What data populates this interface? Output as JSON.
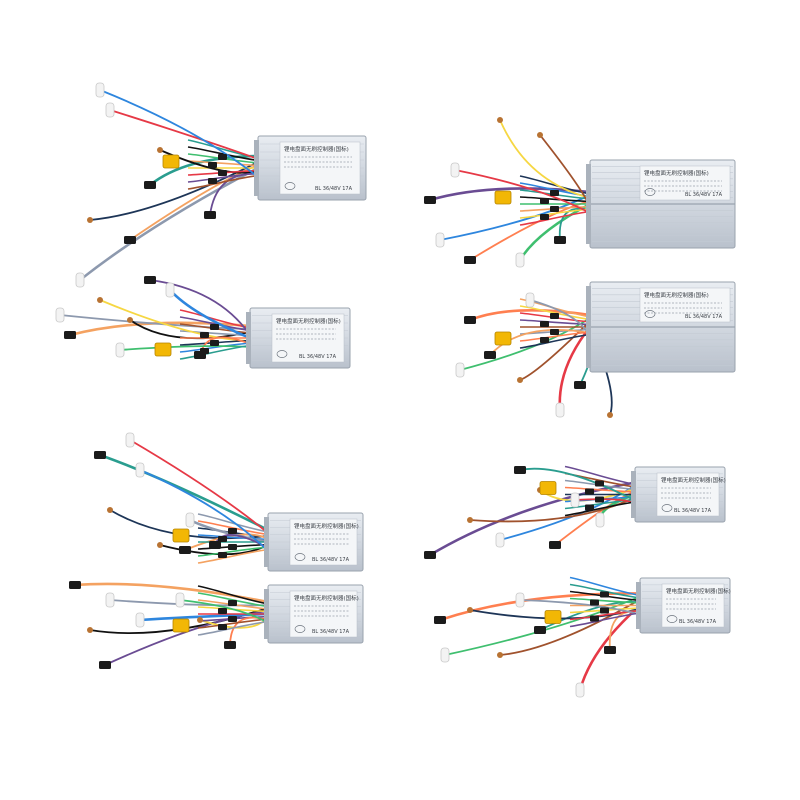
{
  "photo": {
    "background": "#ffffff",
    "controller_label": {
      "title": "锂电盘面无刷控制器(国标)",
      "spec": "BL 36/48V 17A"
    },
    "wire_colors": [
      "#2a9d8f",
      "#e63946",
      "#1d3557",
      "#f4a261",
      "#8d99ae",
      "#111111",
      "#6a4c93",
      "#2e86de",
      "#f6d743",
      "#ff7f50",
      "#3fbf6f",
      "#a0522d"
    ],
    "connector_colors": {
      "xt60": "#f2b705",
      "jst": "#1b1b1b",
      "white_plug": "#f3f3f3"
    },
    "controllers": [
      {
        "name": "small-upper-left"
      },
      {
        "name": "small-middle-left"
      },
      {
        "name": "large-upper-right"
      },
      {
        "name": "large-middle-right"
      },
      {
        "name": "small-lower-left-a"
      },
      {
        "name": "small-lower-left-b"
      },
      {
        "name": "small-lower-right-a"
      },
      {
        "name": "small-lower-right-b"
      }
    ]
  }
}
